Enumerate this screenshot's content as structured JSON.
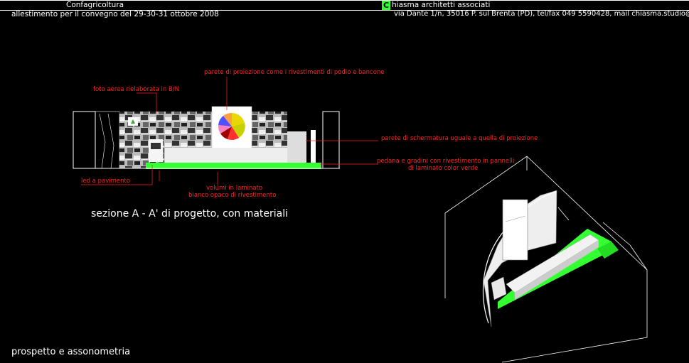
{
  "header": {
    "client": "Confagricoltura",
    "event": "allestimento per il convegno del 29-30-31 ottobre 2008",
    "studio_initial": "C",
    "studio_name": "hiasma architetti associati",
    "studio_address": "via Dante 1/n, 35016 P. sul Brenta (PD), tel/fax 049 5590428, mail chiasma.studio@virgilio.it"
  },
  "section": {
    "title": "sezione A - A' di progetto, con materiali",
    "notes": {
      "projection_wall": "parete di proiezione come i rivestimenti di podio e bancone",
      "aerial_photo": "foto aerea rielaborata in B/N",
      "screen_wall": "parete di schermatura uguale a quella di proiezione",
      "platform_1": "pedana e gradini con rivestimento in pannelli",
      "platform_2": "di laminato color verde",
      "led_floor": "led a pavimento",
      "volumes_1": "volumi in laminato",
      "volumes_2": "bianco opaco di rivestimento"
    }
  },
  "footer": {
    "title": "prospetto e assonometria"
  },
  "colors": {
    "accent_green": "#33ff33",
    "annotation_red": "#ff2222",
    "background": "#000000"
  }
}
